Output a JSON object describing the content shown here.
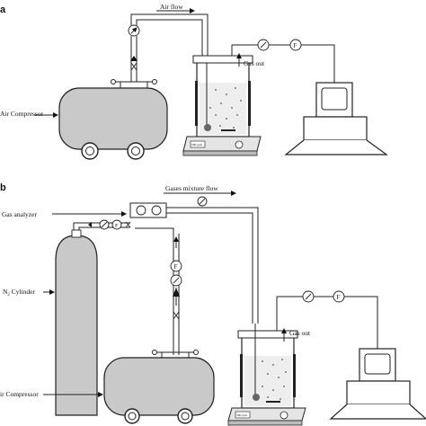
{
  "panels": {
    "a": {
      "letter": "a",
      "air_flow": "Air flow",
      "gas_out": "Gas out",
      "air_compressor": "Air Compressor",
      "stirrer_speed": "500 rpm",
      "flowmeter_letter": "F"
    },
    "b": {
      "letter": "b",
      "gases_mixture_flow": "Gases mixture flow",
      "gas_analyzer": "Gas analyzer",
      "n2_cylinder": "N",
      "n2_subscript": "2",
      "n2_cylinder_suffix": " Cylinder",
      "air_compressor": "ir Compressor",
      "gas_out": "Gas out",
      "stirrer_speed": "500 rpm",
      "flowmeter_letter": "F"
    }
  }
}
